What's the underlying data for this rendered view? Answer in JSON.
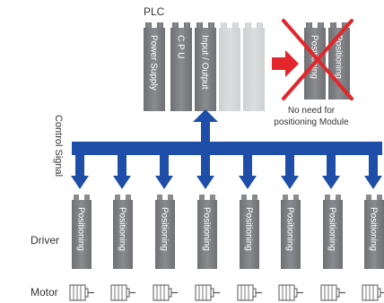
{
  "plc": {
    "title": "PLC",
    "modules": [
      "Power Supply",
      "C P U",
      "Input / Output",
      "",
      ""
    ]
  },
  "removed_modules": [
    "Positioning",
    "Positioning"
  ],
  "no_need_note": [
    "No need for",
    "positioning Module"
  ],
  "control_signal_label": "Control Signal",
  "driver_label": "Driver",
  "motor_label": "Motor",
  "driver_units": [
    "Positioning",
    "Positioning",
    "Positioning",
    "Positioning",
    "Positioning",
    "Positioning",
    "Positioning",
    "Positioning"
  ],
  "motor_count": 8,
  "colors": {
    "module_dark": "#7b7c7f",
    "module_light": "#d2d3d5",
    "signal_blue": "#1c4aa6",
    "cross_red": "#e3262b",
    "arrow_red": "#e3262b",
    "driver_gray": "#8a8b8e",
    "text": "#333333"
  }
}
